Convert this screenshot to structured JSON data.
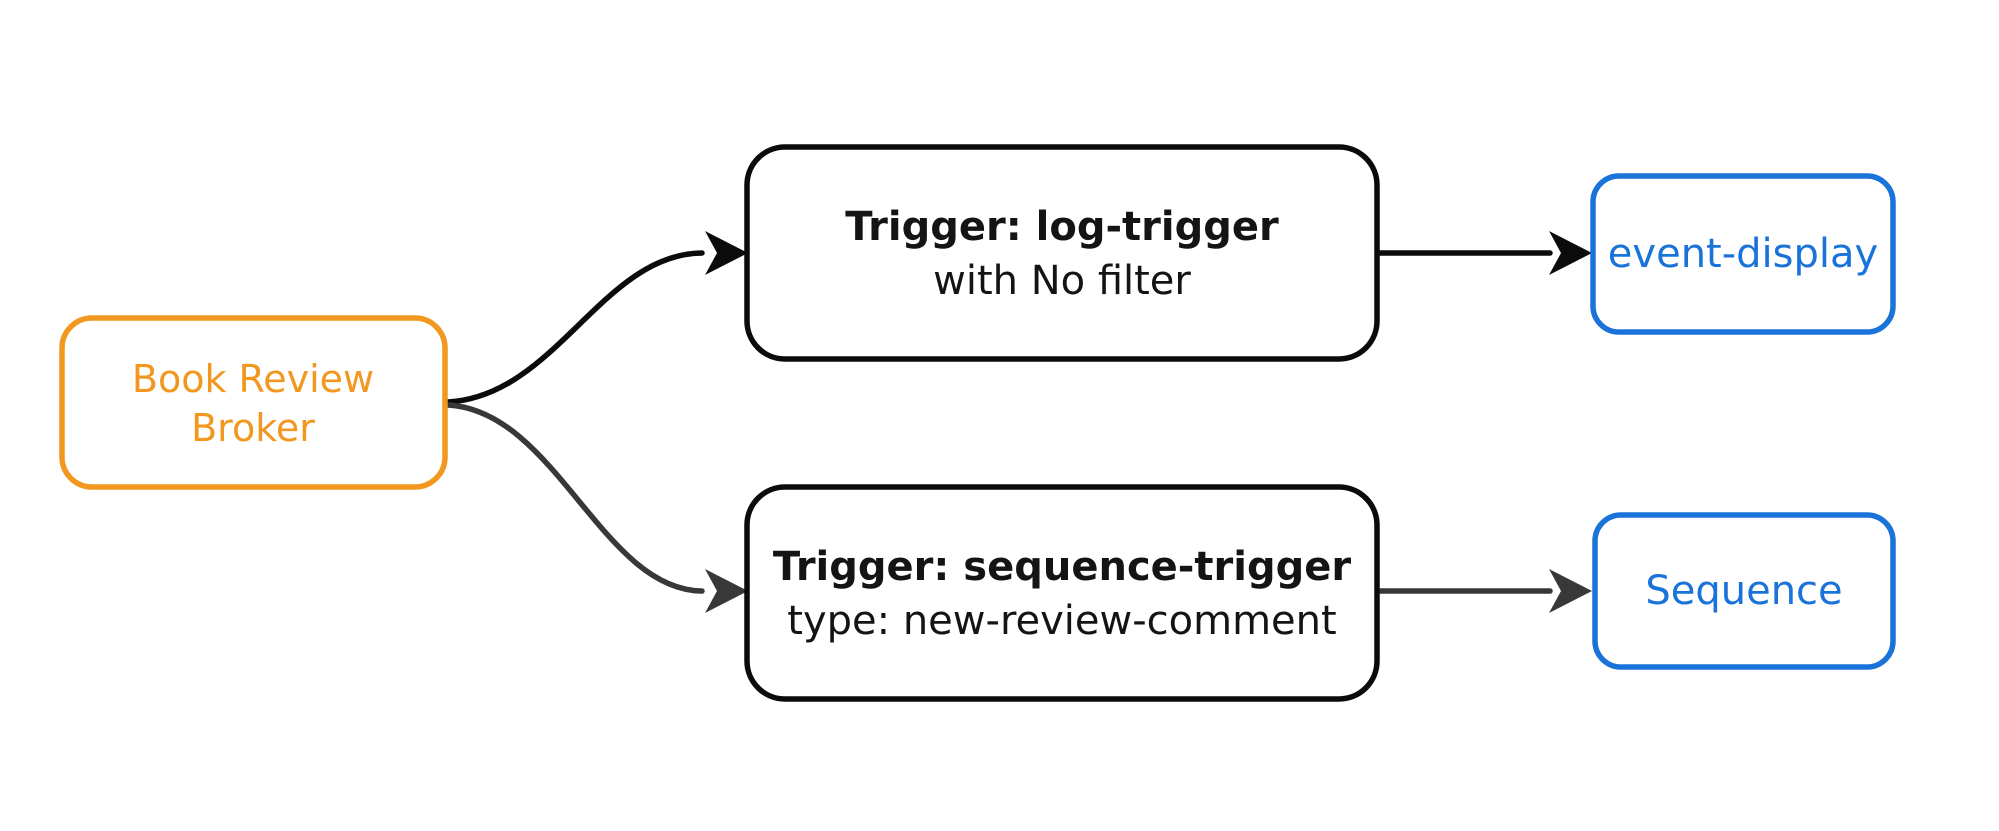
{
  "diagram": {
    "type": "flowchart-LR",
    "background": "#ffffff",
    "colors": {
      "orange": "#F2971F",
      "blue": "#1A73D9",
      "black_edge": "#0b0b0b",
      "gray_edge": "#383838",
      "dark_border": "#0b0b0b",
      "dark_text": "#141414",
      "node_fill": "#ffffff"
    },
    "nodes": {
      "broker": {
        "line1": "Book Review",
        "line2": "Broker"
      },
      "log_trigger": {
        "line1": "Trigger: log-trigger",
        "line2": "with No filter"
      },
      "sequence_trigger": {
        "line1": "Trigger: sequence-trigger",
        "line2": "type: new-review-comment"
      },
      "event_display": {
        "label": "event-display"
      },
      "sequence": {
        "label": "Sequence"
      }
    },
    "edges": [
      {
        "from": "book-review-broker",
        "to": "log-trigger"
      },
      {
        "from": "book-review-broker",
        "to": "sequence-trigger"
      },
      {
        "from": "log-trigger",
        "to": "event-display"
      },
      {
        "from": "sequence-trigger",
        "to": "sequence"
      }
    ]
  }
}
